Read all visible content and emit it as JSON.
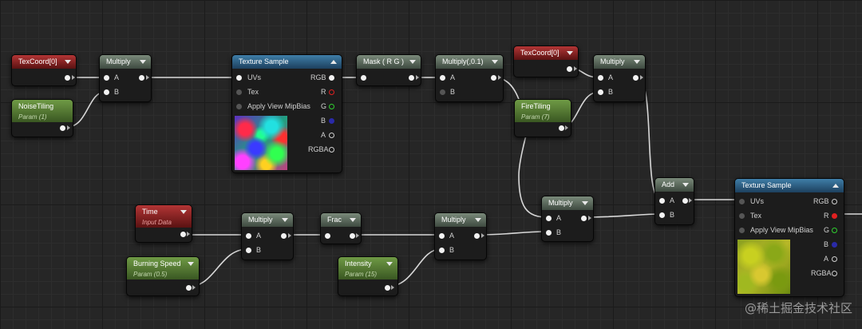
{
  "nodes": {
    "texcoord1": {
      "title": "TexCoord[0]"
    },
    "noisetiling": {
      "title": "NoiseTiling",
      "subtitle": "Param (1)"
    },
    "multiply1": {
      "title": "Multiply",
      "pin_a": "A",
      "pin_b": "B"
    },
    "texsample1": {
      "title": "Texture Sample",
      "uvs": "UVs",
      "tex": "Tex",
      "mip": "Apply View MipBias",
      "rgb": "RGB",
      "r": "R",
      "g": "G",
      "b": "B",
      "a": "A",
      "rgba": "RGBA"
    },
    "mask": {
      "title": "Mask ( R G )"
    },
    "multiply2": {
      "title": "Multiply(,0.1)",
      "pin_a": "A",
      "pin_b": "B"
    },
    "texcoord2": {
      "title": "TexCoord[0]"
    },
    "multiply3": {
      "title": "Multiply",
      "pin_a": "A",
      "pin_b": "B"
    },
    "firetiling": {
      "title": "FireTiling",
      "subtitle": "Param (7)"
    },
    "add": {
      "title": "Add",
      "pin_a": "A",
      "pin_b": "B"
    },
    "texsample2": {
      "title": "Texture Sample",
      "uvs": "UVs",
      "tex": "Tex",
      "mip": "Apply View MipBias",
      "rgb": "RGB",
      "r": "R",
      "g": "G",
      "b": "B",
      "a": "A",
      "rgba": "RGBA"
    },
    "time": {
      "title": "Time",
      "subtitle": "Input Data"
    },
    "multiply4": {
      "title": "Multiply",
      "pin_a": "A",
      "pin_b": "B"
    },
    "frac": {
      "title": "Frac"
    },
    "multiply5": {
      "title": "Multiply",
      "pin_a": "A",
      "pin_b": "B"
    },
    "multiply6": {
      "title": "Multiply",
      "pin_a": "A",
      "pin_b": "B"
    },
    "burningspeed": {
      "title": "Burning Speed",
      "subtitle": "Param (0.5)"
    },
    "intensity": {
      "title": "Intensity",
      "subtitle": "Param (15)"
    }
  },
  "watermark": "@稀土掘金技术社区",
  "colors": {
    "wire": "#d8d8d8",
    "graph_bg": "#262626"
  }
}
